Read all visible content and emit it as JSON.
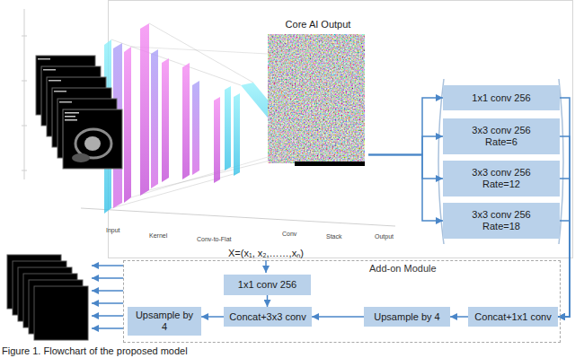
{
  "diagram": {
    "caption": "Figure 1. Flowchart of the proposed model",
    "nodes": [
      {
        "text": [
          "Core AI Output"
        ]
      },
      {
        "text": [
          "1x1 conv 256"
        ]
      },
      {
        "text": [
          "3x3 conv 256 Rate=6"
        ]
      },
      {
        "text": [
          "3x3 conv 256 Rate=12"
        ]
      },
      {
        "text": [
          "3x3 conv 256 Rate=18"
        ]
      },
      {
        "text": [
          "Add-on Module"
        ]
      },
      {
        "text": [
          "1x1 conv 256"
        ],
        "in": 5
      },
      {
        "text": [
          "Upsample by 4"
        ],
        "in": 5
      },
      {
        "text": [
          "Concat+3x3 conv"
        ],
        "in": 5
      },
      {
        "text": [
          "Upsample by 4"
        ],
        "in": 5
      },
      {
        "text": [
          "Concat+1x1 conv"
        ],
        "in": 5
      }
    ],
    "edges": [
      {
        "from": 0,
        "to": 1,
        "arrow": "to"
      },
      {
        "from": 0,
        "to": 2,
        "arrow": "to"
      },
      {
        "from": 0,
        "to": 3,
        "arrow": "to"
      },
      {
        "from": 0,
        "to": 4,
        "arrow": "to"
      },
      {
        "from": 1,
        "to": 10,
        "arrow": "to"
      },
      {
        "from": 2,
        "to": 10,
        "arrow": "to"
      },
      {
        "from": 3,
        "to": 10,
        "arrow": "to"
      },
      {
        "from": 4,
        "to": 10,
        "arrow": "to"
      },
      {
        "from": 10,
        "to": 9,
        "arrow": "to"
      },
      {
        "from": 9,
        "to": 8,
        "arrow": "to"
      },
      {
        "from": 6,
        "to": 8,
        "arrow": "to"
      },
      {
        "from": 8,
        "to": 7,
        "arrow": "to"
      }
    ],
    "labels": [
      "Input",
      "Kernel",
      "Conv-to-Flat",
      "Conv",
      "Stack",
      "Output",
      "X=(x₁, x₂,……,xₙ)"
    ]
  }
}
